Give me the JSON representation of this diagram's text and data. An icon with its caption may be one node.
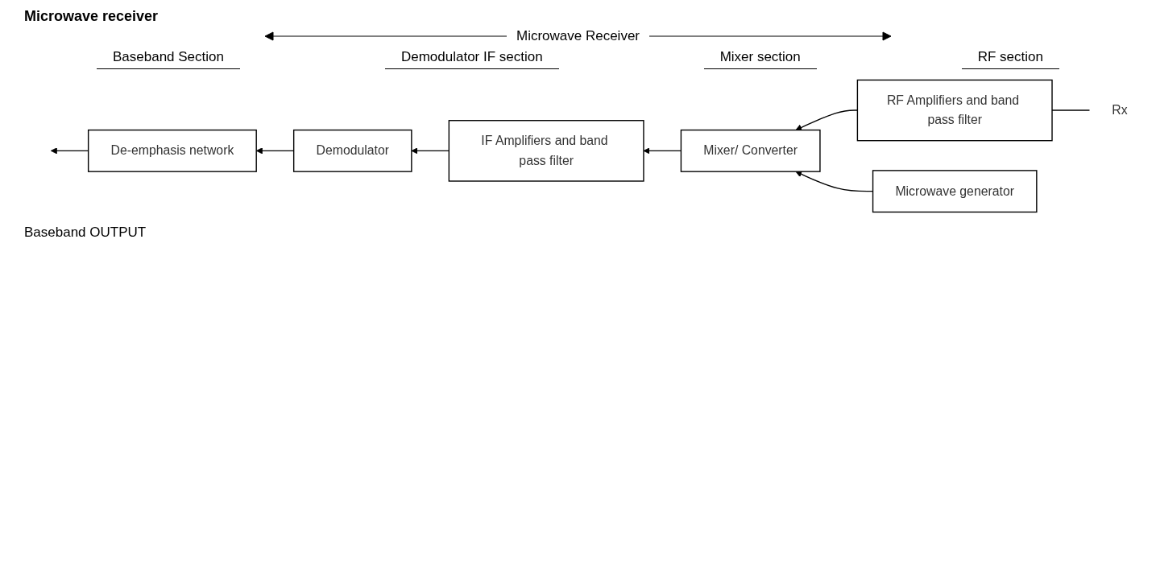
{
  "diagram": {
    "title": "Microwave receiver",
    "nodes": [
      {
        "text": [
          "De-emphasis network"
        ]
      },
      {
        "text": [
          "Demodulator"
        ]
      },
      {
        "text": [
          "IF Amplifiers and band pass filter"
        ]
      },
      {
        "text": [
          "Mixer/ Converter"
        ]
      },
      {
        "text": [
          "RF Amplifiers and band pass filter"
        ]
      },
      {
        "text": [
          "Microwave generator"
        ]
      },
      {
        "text": [
          "Rx"
        ]
      }
    ],
    "edges": [
      {
        "from": 6,
        "to": 4,
        "arrow": "none"
      },
      {
        "from": 4,
        "to": 3,
        "arrow": "to"
      },
      {
        "from": 3,
        "to": 2,
        "arrow": "to"
      },
      {
        "from": 2,
        "to": 1,
        "arrow": "to"
      },
      {
        "from": 1,
        "to": 0,
        "arrow": "to"
      },
      {
        "from": 0,
        "to": null,
        "arrow": "to"
      },
      {
        "from": 5,
        "to": 3,
        "arrow": "to"
      }
    ],
    "labels": [
      "Microwave Receiver",
      "Baseband Section",
      "Demodulator IF section",
      "Mixer section",
      "RF section",
      "Baseband OUTPUT"
    ]
  }
}
